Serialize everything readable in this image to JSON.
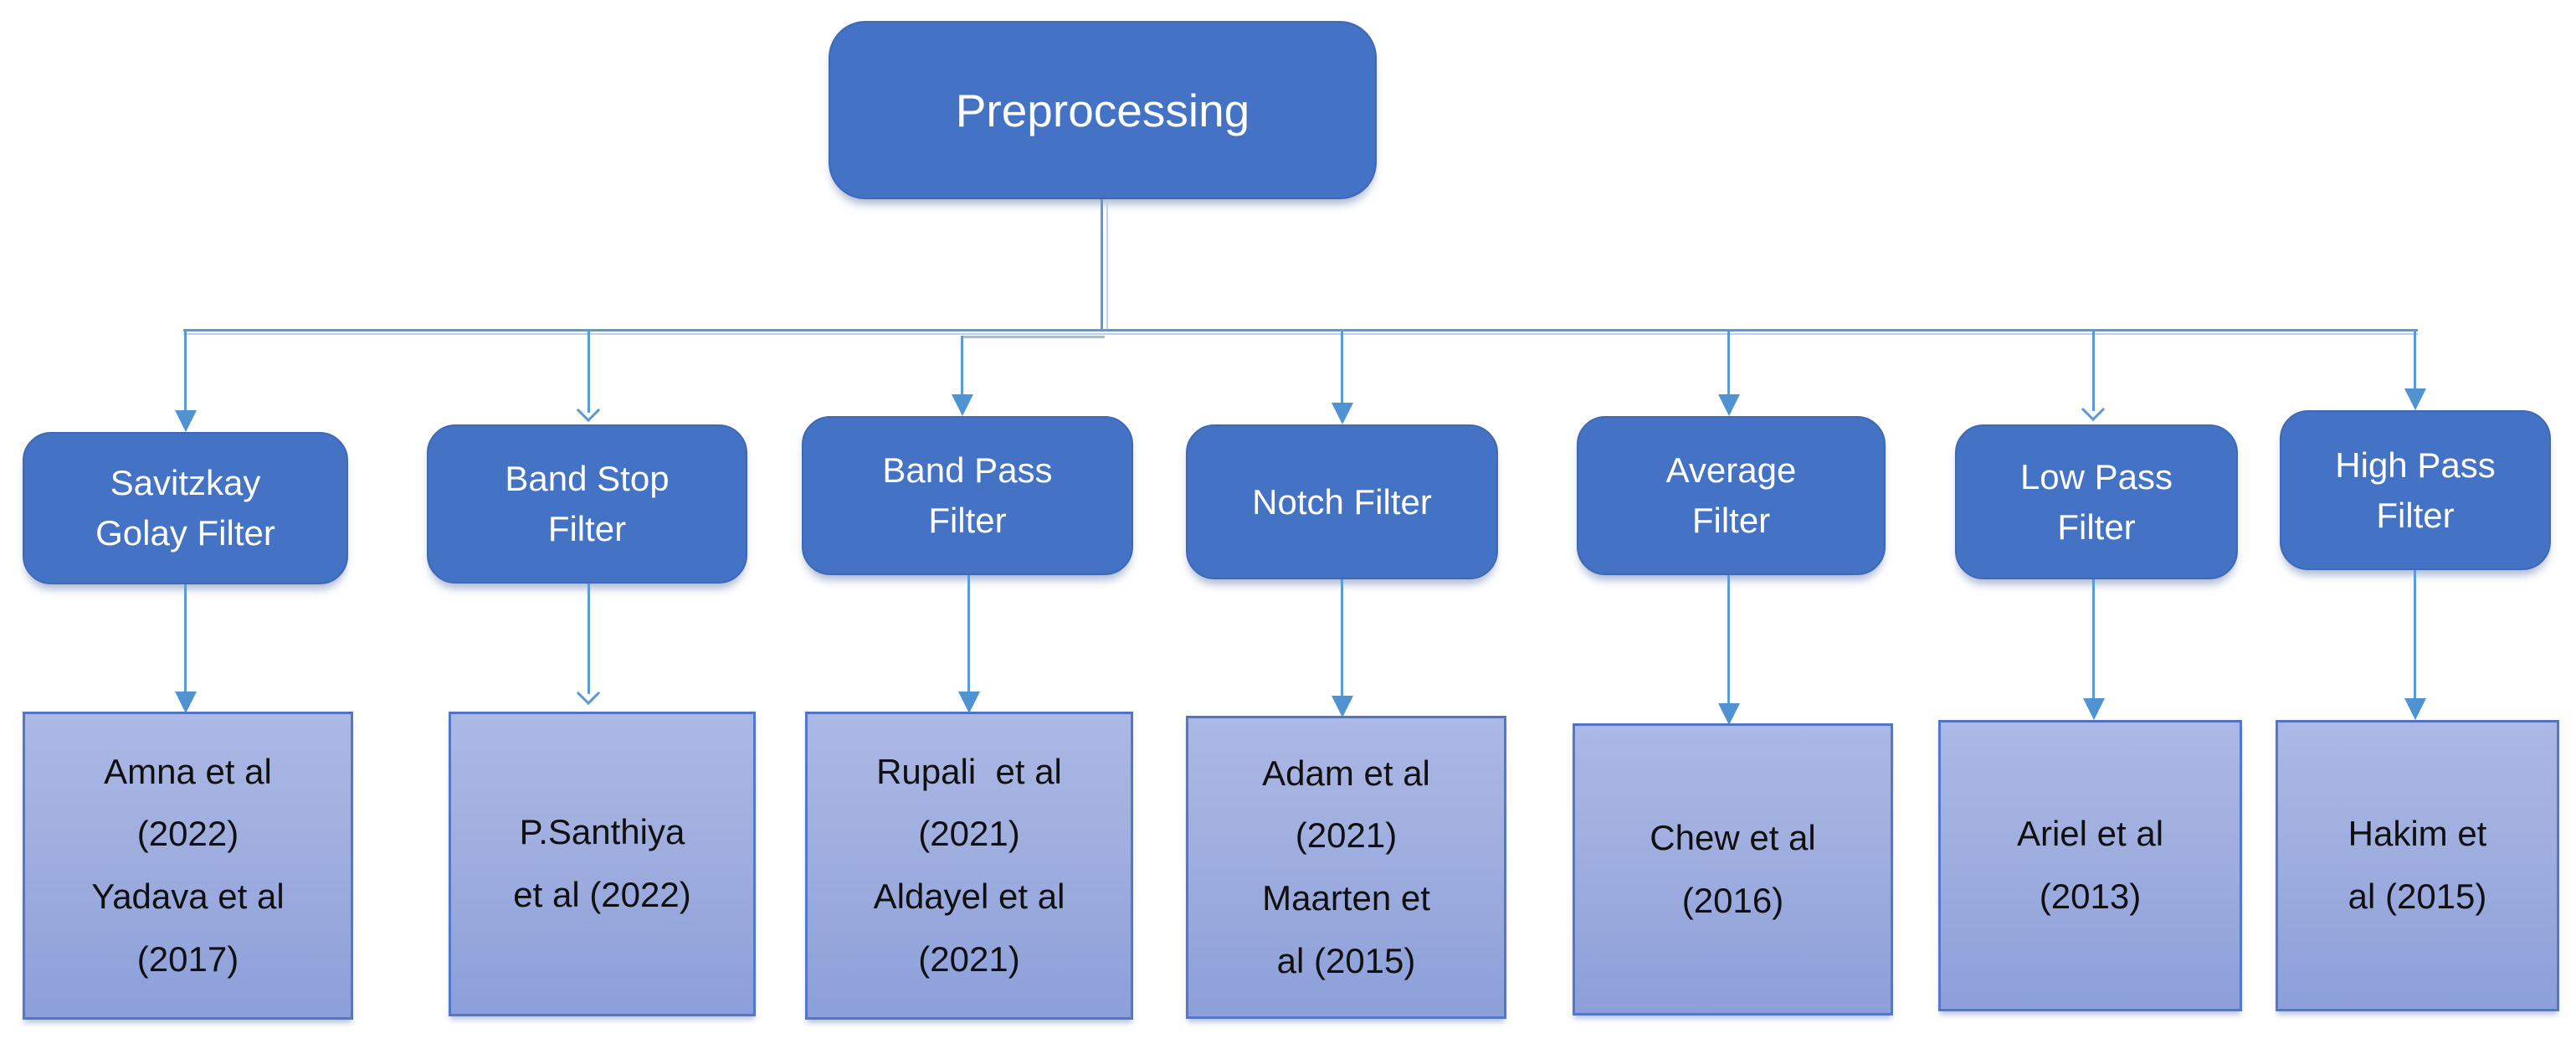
{
  "diagram": {
    "root": {
      "label": "Preprocessing"
    },
    "columns": [
      {
        "filter": "Savitzkay\nGolay Filter",
        "citation": "Amna et al\n(2022)\nYadava et al\n(2017)"
      },
      {
        "filter": "Band Stop\nFilter",
        "citation": "P.Santhiya\net al (2022)"
      },
      {
        "filter": "Band Pass\nFilter",
        "citation": "Rupali  et al\n(2021)\nAldayel et al\n(2021)"
      },
      {
        "filter": "Notch Filter",
        "citation": "Adam et al\n(2021)\nMaarten et\nal (2015)"
      },
      {
        "filter": "Average\nFilter",
        "citation": "Chew et al\n(2016)"
      },
      {
        "filter": "Low Pass\nFilter",
        "citation": "Ariel et al\n(2013)"
      },
      {
        "filter": "High Pass\nFilter",
        "citation": "Hakim et\nal (2015)"
      }
    ],
    "colors": {
      "node_fill": "#4472C4",
      "node_text": "#FFFFFF",
      "citation_fill_top": "#ACB8E5",
      "citation_fill_bottom": "#8C9FDA",
      "citation_border": "#5377C9",
      "citation_text": "#101010",
      "connector": "#5B9BD5",
      "background": "#FFFFFF"
    },
    "icons": {
      "arrowhead_down": "▼",
      "chevron_down": "v"
    }
  }
}
